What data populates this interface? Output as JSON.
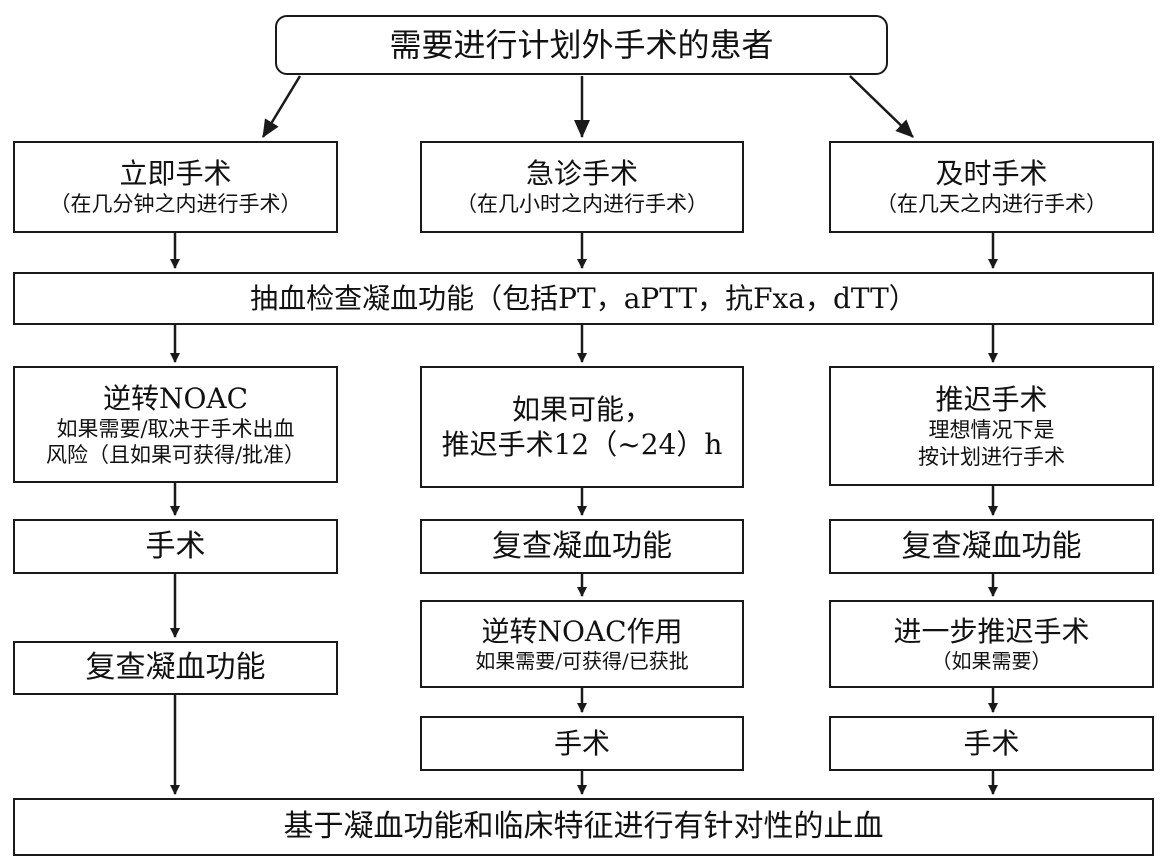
{
  "top": "需要进行计划外手术的患者",
  "col1": {
    "title": "立即手术",
    "sub": "（在几分钟之内进行手术）",
    "step1_title": "逆转NOAC",
    "step1_sub1": "如果需要/取决于手术出血",
    "step1_sub2": "风险（且如果可获得/批准）",
    "step2": "手术",
    "step3": "复查凝血功能"
  },
  "col2": {
    "title": "急诊手术",
    "sub": "（在几小时之内进行手术）",
    "step1_line1": "如果可能，",
    "step1_line2": "推迟手术12（~24）h",
    "step2": "复查凝血功能",
    "step3_title": "逆转NOAC作用",
    "step3_sub": "如果需要/可获得/已获批",
    "step4": "手术"
  },
  "col3": {
    "title": "及时手术",
    "sub": "（在几天之内进行手术）",
    "step1_title": "推迟手术",
    "step1_sub1": "理想情况下是",
    "step1_sub2": "按计划进行手术",
    "step2": "复查凝血功能",
    "step3_title": "进一步推迟手术",
    "step3_sub": "（如果需要）",
    "step4": "手术"
  },
  "blood_test": "抽血检查凝血功能（包括PT，aPTT，抗Fxa，dTT）",
  "bottom": "基于凝血功能和临床特征进行有针对性的止血"
}
